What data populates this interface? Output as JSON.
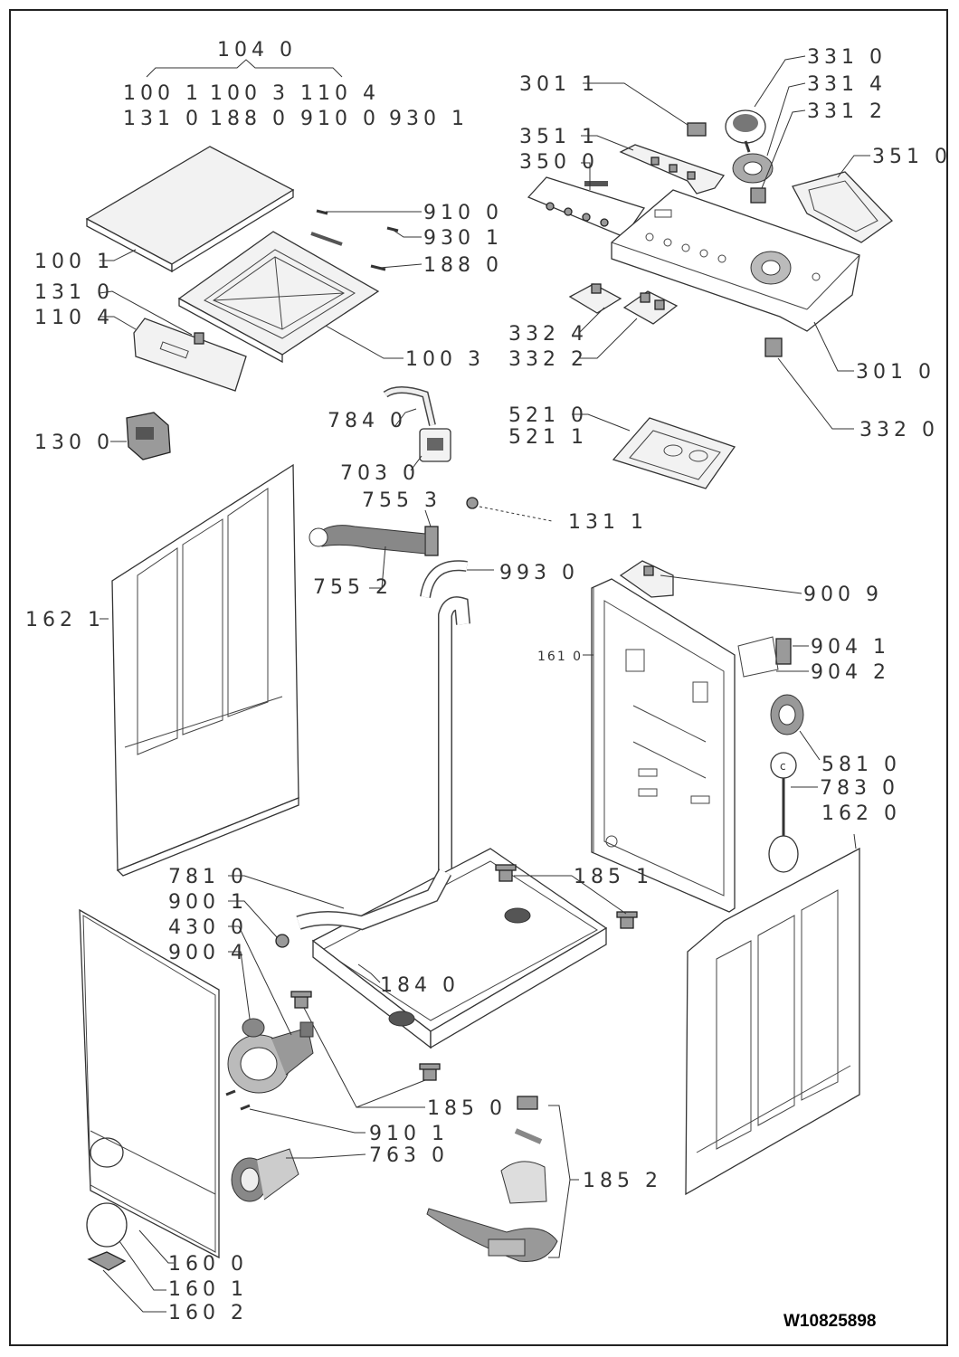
{
  "document_code": "W10825898",
  "labels": {
    "l1040": "104 0",
    "l1001_top": "100 1",
    "l1003_top": "100 3",
    "l1104_top": "110 4",
    "l1310_top": "131 0",
    "l1880_top": "188 0",
    "l9100_top": "910 0",
    "l9301_top": "930 1",
    "l9100": "910 0",
    "l9301": "930 1",
    "l1880": "188 0",
    "l1001": "100 1",
    "l1310": "131 0",
    "l1104": "110 4",
    "l1003": "100 3",
    "l1300": "130 0",
    "l3011": "301 1",
    "l3511": "351 1",
    "l3500": "350 0",
    "l3310": "331 0",
    "l3314": "331 4",
    "l3312": "331 2",
    "l3510": "351 0",
    "l3324": "332 4",
    "l3322": "332 2",
    "l3010": "301 0",
    "l3320": "332 0",
    "l7840": "784 0",
    "l7030": "703 0",
    "l7553": "755 3",
    "l7552": "755 2",
    "l5210": "521 0",
    "l5211": "521 1",
    "l1311": "131 1",
    "l9930": "993 0",
    "l1621": "162 1",
    "l9009": "900 9",
    "l1610": "161 0",
    "l9041": "904 1",
    "l9042": "904 2",
    "l5810": "581 0",
    "l7830": "783 0",
    "l1620": "162 0",
    "l7810": "781 0",
    "l9001": "900 1",
    "l4300": "430 0",
    "l9004": "900 4",
    "l1851": "185 1",
    "l1840": "184 0",
    "l1850": "185 0",
    "l9101": "910 1",
    "l7630": "763 0",
    "l1852": "185 2",
    "l1600": "160 0",
    "l1601": "160 1",
    "l1602": "160 2"
  }
}
